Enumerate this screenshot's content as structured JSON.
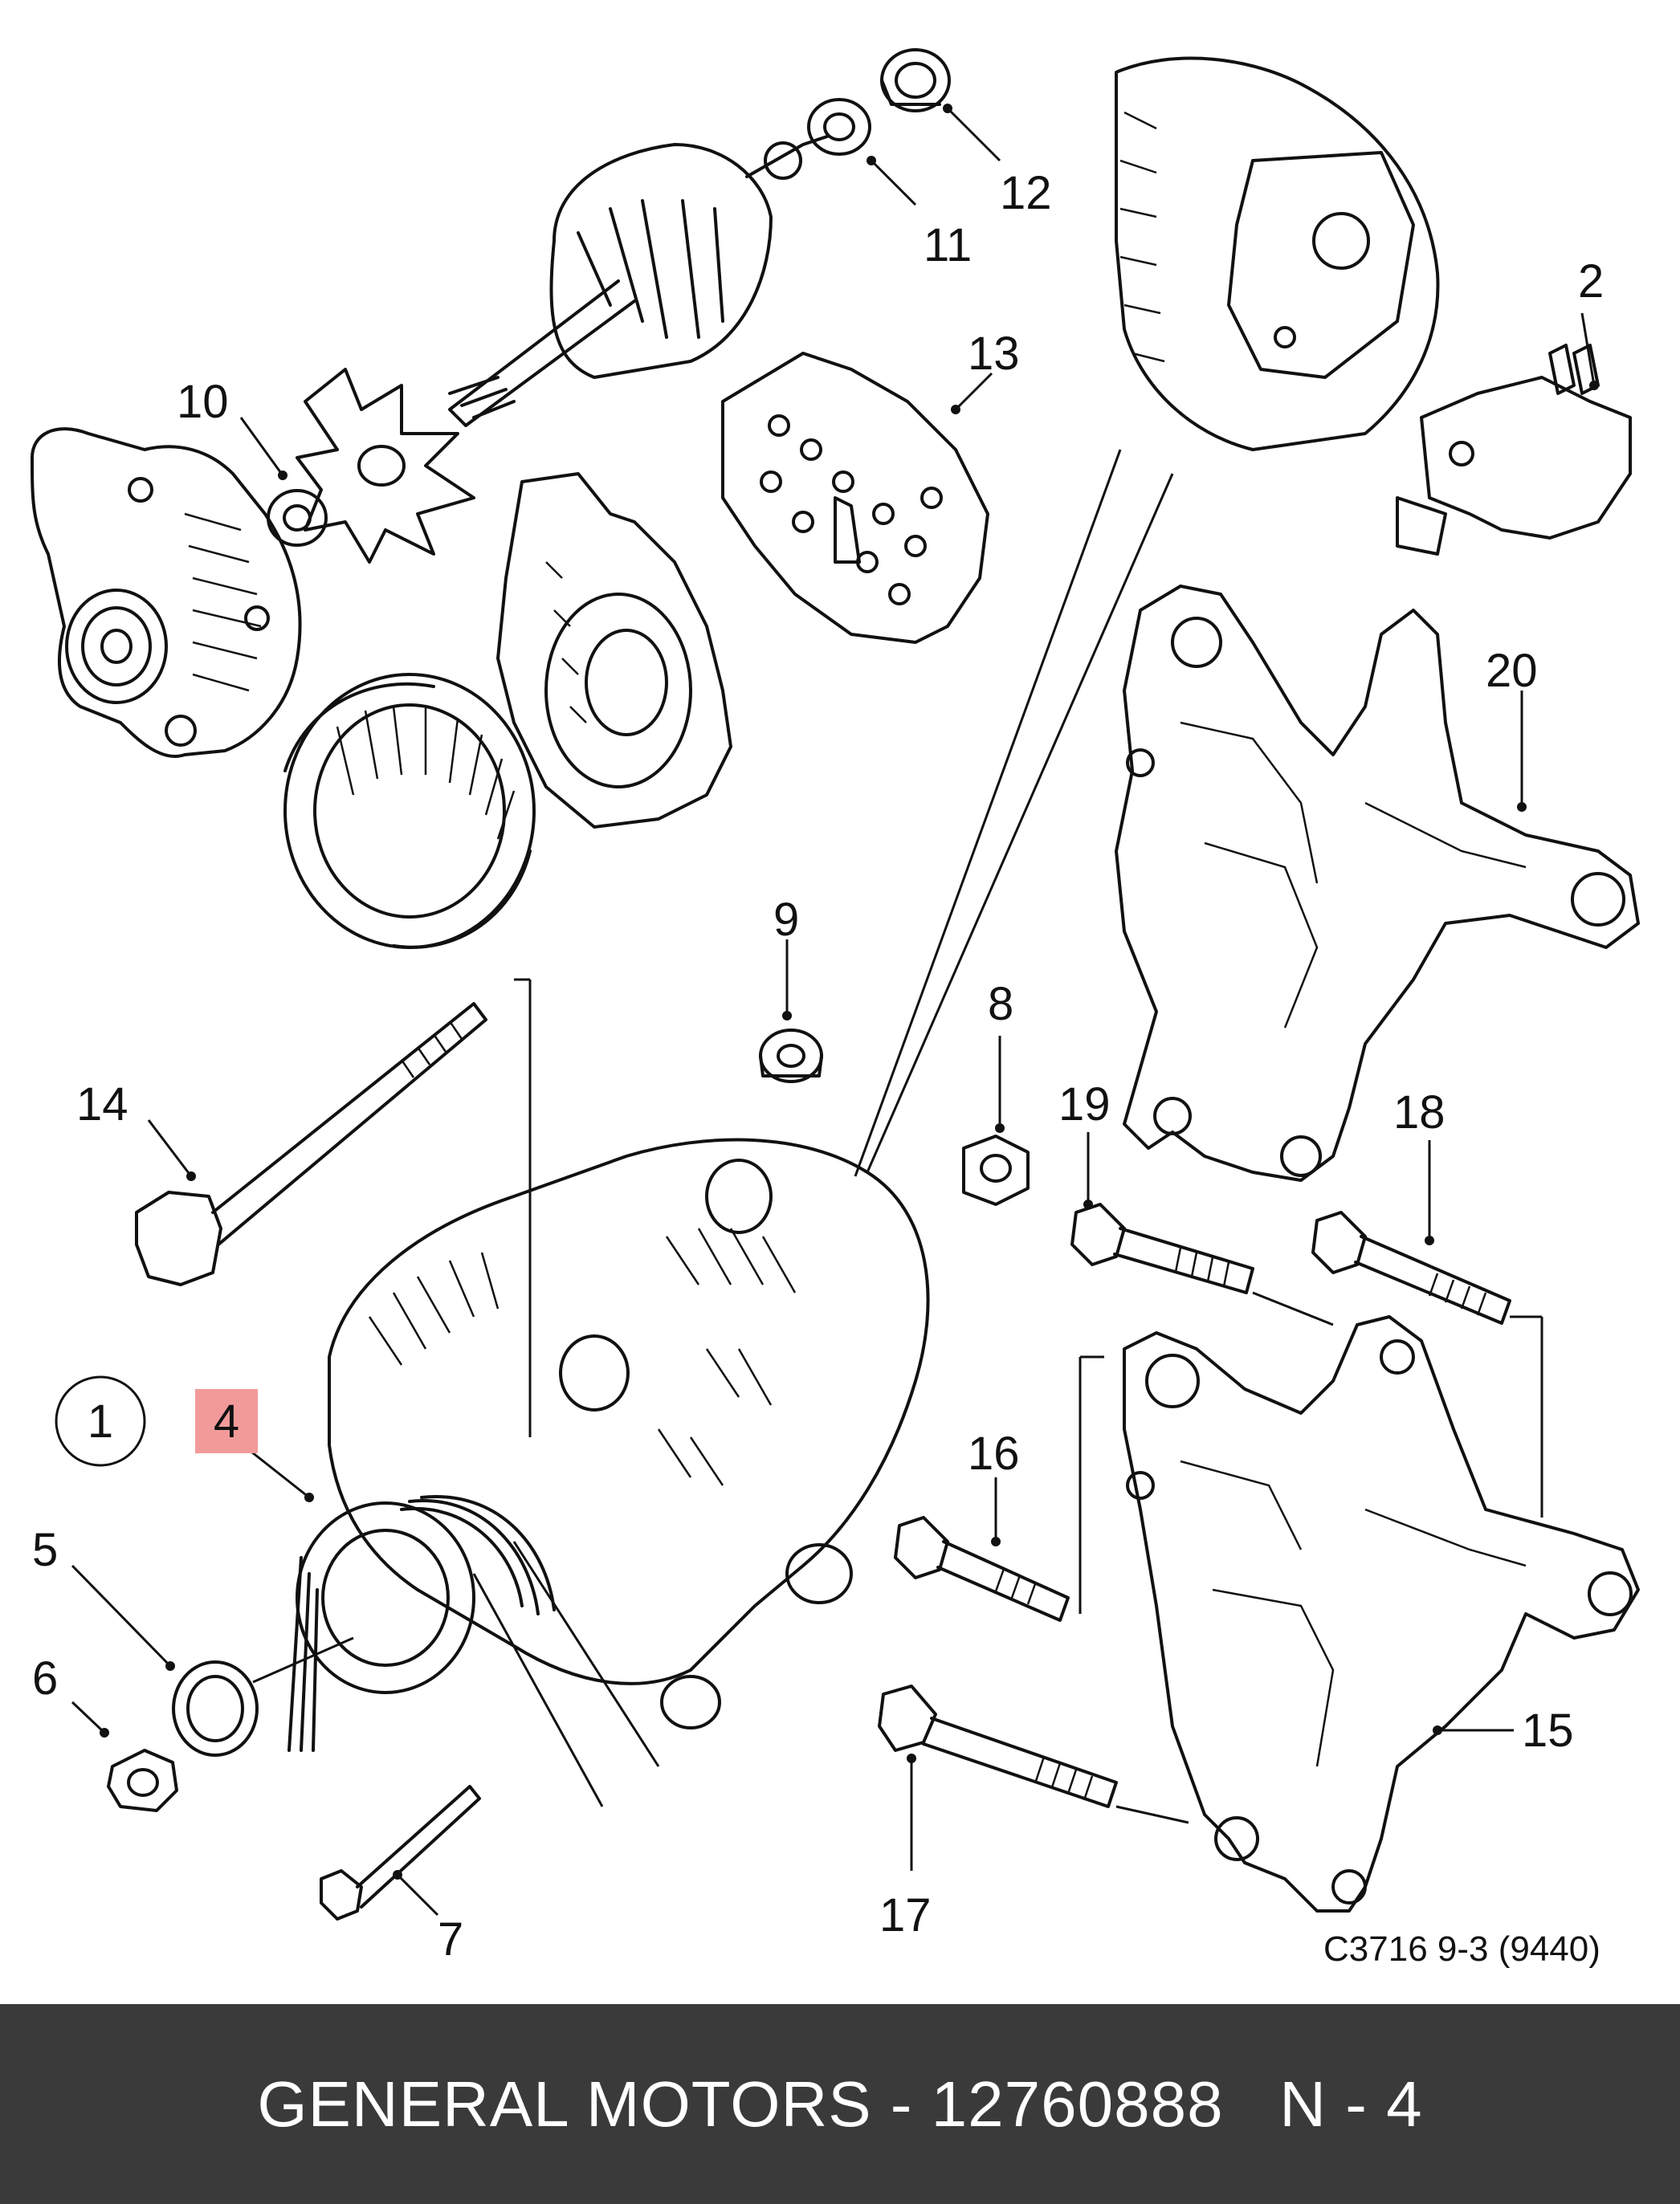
{
  "diagram": {
    "callouts": {
      "c1": "1",
      "c2": "2",
      "c4": "4",
      "c5": "5",
      "c6": "6",
      "c7": "7",
      "c8": "8",
      "c9": "9",
      "c10": "10",
      "c11": "11",
      "c12": "12",
      "c13": "13",
      "c14": "14",
      "c15": "15",
      "c16": "16",
      "c17": "17",
      "c18": "18",
      "c19": "19",
      "c20": "20"
    },
    "highlighted_callout": "4",
    "highlight_color": "#f29a9a",
    "reference_code": "C3716 9-3 (9440)"
  },
  "footer": {
    "text": "GENERAL MOTORS - 12760888   N - 4",
    "background": "#3a3a3a"
  }
}
